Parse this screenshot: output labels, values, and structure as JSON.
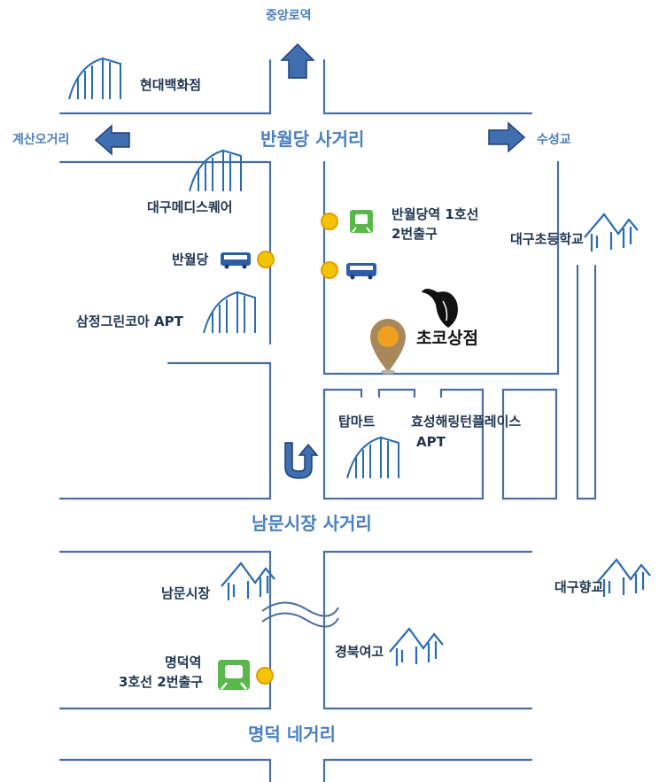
{
  "colors": {
    "road_line": "#4a6f9e",
    "label_dark": "#1f3550",
    "label_blue": "#4a7fbf",
    "arrow": "#3f6fb0",
    "stop_dot": "#f5c400",
    "pin": "#a8875a",
    "pin_center": "#f0a020",
    "subway_icon": "#58b84a"
  },
  "directions": {
    "north": "중앙로역",
    "west": "계산오거리",
    "east": "수성교"
  },
  "intersections": {
    "banwoldang": "반월당 사거리",
    "nammun": "남문시장 사거리",
    "myeongdeok": "명덕 네거리"
  },
  "landmarks": {
    "hyundai": "현대백화점",
    "medi": "대구메디스퀘어",
    "samjeong": "삼정그린코아 APT",
    "chodeung": "대구초등학교",
    "topmart": "탑마트",
    "hyosung_1": "효성해링턴플레이스",
    "hyosung_2": "APT",
    "nammun_market": "남문시장",
    "hyanggyo": "대구향교",
    "gyeongbuk": "경북여고"
  },
  "transit": {
    "banwoldang_bus": "반월당",
    "line1_station": "반월당역 1호선",
    "line1_exit": "2번출구",
    "myeongdeok_station": "명덕역",
    "myeongdeok_exit": "3호선 2번출구"
  },
  "store": {
    "name": "초코상점",
    "pin_icon": "map-pin-icon",
    "logo_icon": "store-logo-icon"
  }
}
